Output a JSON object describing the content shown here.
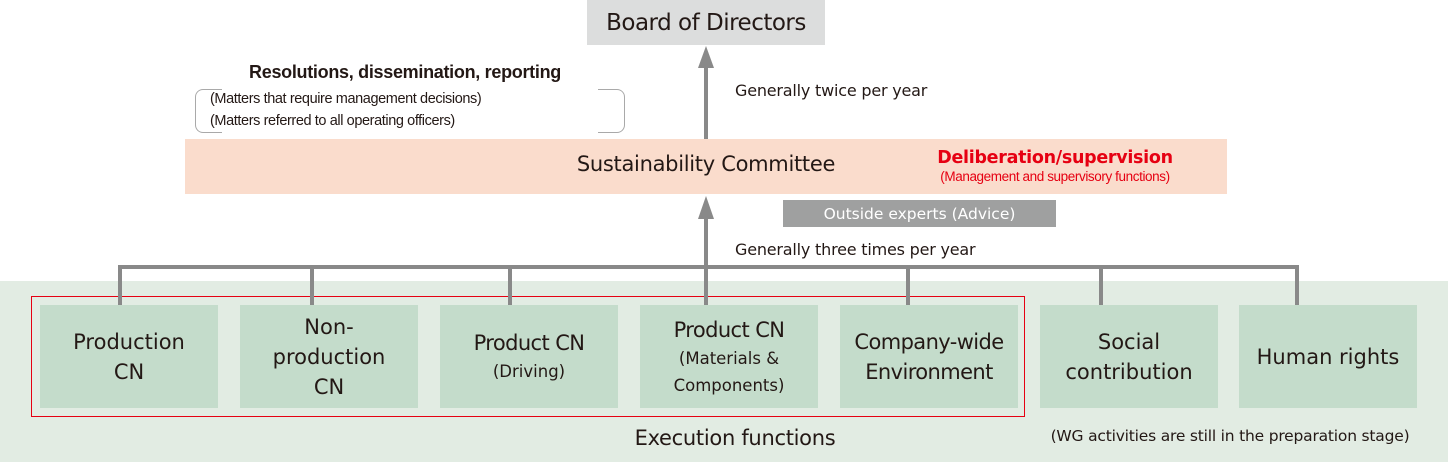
{
  "board": {
    "label": "Board of Directors",
    "color": "#dcdddd"
  },
  "reporting": {
    "title": "Resolutions, dissemination, reporting",
    "lines": [
      "(Matters that require management decisions)",
      "(Matters referred to all operating officers)"
    ]
  },
  "frequency_to_board": "Generally twice per year",
  "committee": {
    "label": "Sustainability Committee",
    "role": "Deliberation/supervision",
    "role_detail": "(Management and supervisory functions)",
    "band_color": "#fadccc",
    "role_color": "#e60012"
  },
  "outside_experts": {
    "label": "Outside experts (Advice)",
    "color": "#9fa0a0"
  },
  "frequency_to_committee": "Generally three times per year",
  "execution": {
    "label": "Execution functions",
    "note": "(WG activities are still in the preparation stage)",
    "units": [
      {
        "id": "production-cn",
        "lines": [
          "Production",
          "CN"
        ],
        "sub": [],
        "highlighted": true
      },
      {
        "id": "non-production-cn",
        "lines": [
          "Non-",
          "production",
          "CN"
        ],
        "sub": [],
        "highlighted": true
      },
      {
        "id": "product-cn-driving",
        "lines": [
          "Product CN"
        ],
        "sub": [
          "(Driving)"
        ],
        "highlighted": true
      },
      {
        "id": "product-cn-materials",
        "lines": [
          "Product CN"
        ],
        "sub": [
          "(Materials &",
          "Components)"
        ],
        "highlighted": true
      },
      {
        "id": "company-wide-environment",
        "lines": [
          "Company-wide",
          "Environment"
        ],
        "sub": [],
        "highlighted": true
      },
      {
        "id": "social-contribution",
        "lines": [
          "Social",
          "contribution"
        ],
        "sub": [],
        "highlighted": false
      },
      {
        "id": "human-rights",
        "lines": [
          "Human rights"
        ],
        "sub": [],
        "highlighted": false
      }
    ],
    "unit_color": "#c4dccb",
    "background_color": "#e2ece3",
    "highlight_frame_color": "#e60012"
  },
  "connector_color": "#898989"
}
